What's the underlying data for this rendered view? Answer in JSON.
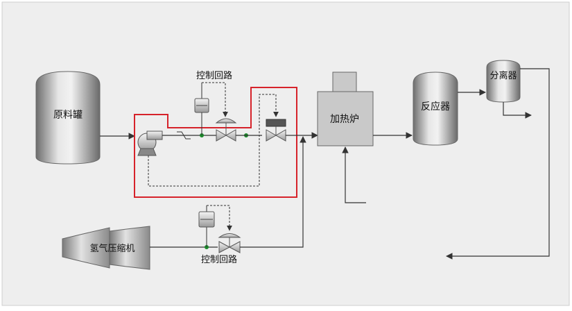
{
  "labels": {
    "raw_tank": "原料罐",
    "control_loop_top": "控制回路",
    "control_loop_bottom": "控制回路",
    "heater": "加热炉",
    "reactor": "反应器",
    "separator": "分离器",
    "h2_compressor": "氢气压缩机"
  },
  "colors": {
    "highlight_loop": "#d6222a",
    "junction_dot": "#1a8a2a",
    "line": "#333333",
    "background": "#eeeeee"
  }
}
